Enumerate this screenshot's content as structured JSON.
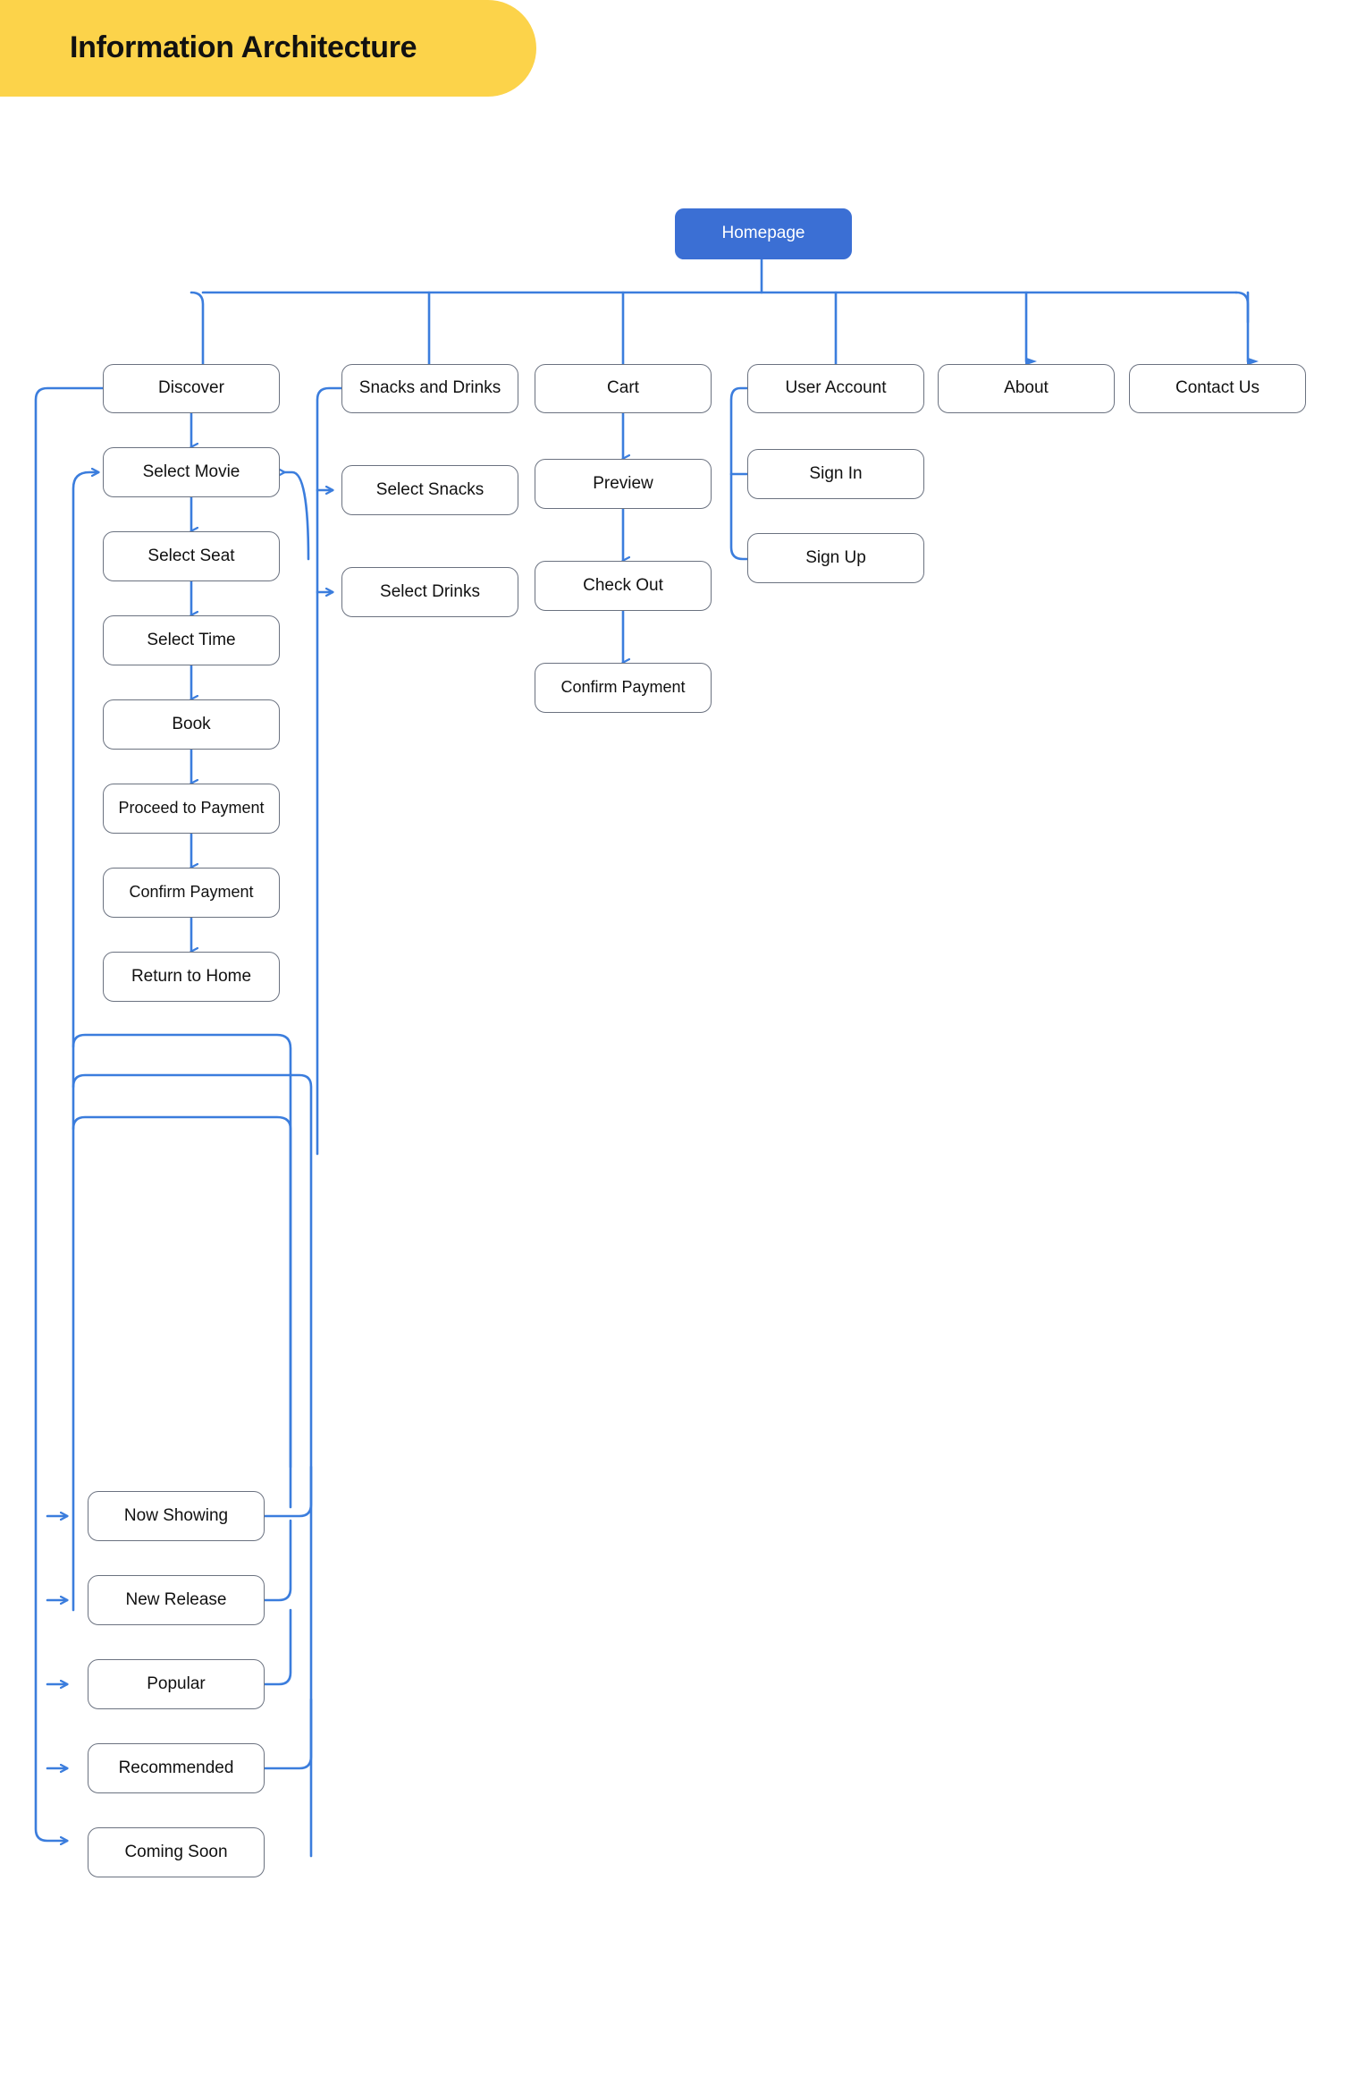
{
  "page": {
    "title": "Information Architecture",
    "banner_color": "#FCD34A",
    "accent_color": "#3b7ddd",
    "root_fill": "#3b6fd4",
    "node_border": "#6b7280",
    "background": "#ffffff"
  },
  "diagram": {
    "type": "information-architecture-sitemap",
    "root": {
      "label": "Homepage"
    },
    "top_level": [
      {
        "label": "Discover"
      },
      {
        "label": "Snacks and Drinks"
      },
      {
        "label": "Cart"
      },
      {
        "label": "User Account"
      },
      {
        "label": "About"
      },
      {
        "label": "Contact Us"
      }
    ],
    "discover_flow": [
      {
        "label": "Select Movie"
      },
      {
        "label": "Select Seat"
      },
      {
        "label": "Select Time"
      },
      {
        "label": "Book"
      },
      {
        "label": "Proceed to Payment"
      },
      {
        "label": "Confirm Payment"
      },
      {
        "label": "Return to Home"
      }
    ],
    "snacks_children": [
      {
        "label": "Select Snacks"
      },
      {
        "label": "Select Drinks"
      }
    ],
    "cart_flow": [
      {
        "label": "Preview"
      },
      {
        "label": "Check Out"
      },
      {
        "label": "Confirm Payment"
      }
    ],
    "account_children": [
      {
        "label": "Sign In"
      },
      {
        "label": "Sign Up"
      }
    ],
    "discover_categories": [
      {
        "label": "Now Showing"
      },
      {
        "label": "New Release"
      },
      {
        "label": "Popular"
      },
      {
        "label": "Recommended"
      },
      {
        "label": "Coming Soon"
      }
    ]
  }
}
